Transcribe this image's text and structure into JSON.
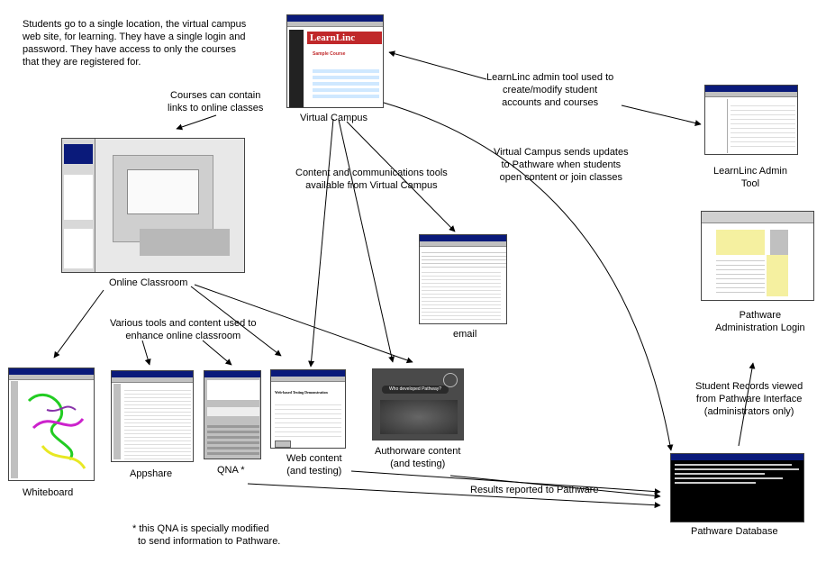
{
  "notes": {
    "intro": [
      "Students go to a single location, the virtual campus",
      "web site, for learning.  They have a single login and",
      "password.  They have access to only the courses",
      "that they are registered for."
    ],
    "links": [
      "Courses can contain",
      "links to online classes"
    ],
    "admin_tool": [
      "LearnLinc admin tool used to",
      "create/modify student",
      "accounts and courses"
    ],
    "updates": [
      "Virtual Campus sends updates",
      "to Pathware when students",
      "open content or join classes"
    ],
    "tools": [
      "Content and communications tools",
      "available from Virtual Campus"
    ],
    "various": [
      "Various tools and content used to",
      "enhance online classroom"
    ],
    "records": [
      "Student Records viewed",
      "from Pathware Interface",
      "(administrators only)"
    ],
    "results": "Results reported to Pathware",
    "footnote": [
      "* this QNA is specially modified",
      "to send information to Pathware."
    ]
  },
  "nodes": {
    "virtual_campus": "Virtual Campus",
    "learnlinc_admin": [
      "LearnLinc Admin",
      "Tool"
    ],
    "online_classroom": "Online Classroom",
    "email": "email",
    "pathware_admin": [
      "Pathware",
      "Administration Login"
    ],
    "whiteboard": "Whiteboard",
    "appshare": "Appshare",
    "qna": "QNA *",
    "web_content": [
      "Web content",
      "(and testing)"
    ],
    "authorware": [
      "Authorware content",
      "(and testing)"
    ],
    "pathware_db": "Pathware Database"
  },
  "screens": {
    "learnlinc_logo": "LearnLinc",
    "sample_course": "Sample Course",
    "web_testing_title": "Web-based Testing Demonstration",
    "authorware_question": "Who developed Pathway?"
  },
  "colors": {
    "titlebar": "#0a1a7a",
    "db_bg": "#000000",
    "logo_red": "#c0282a",
    "note_yellow": "#f5f0a0"
  }
}
